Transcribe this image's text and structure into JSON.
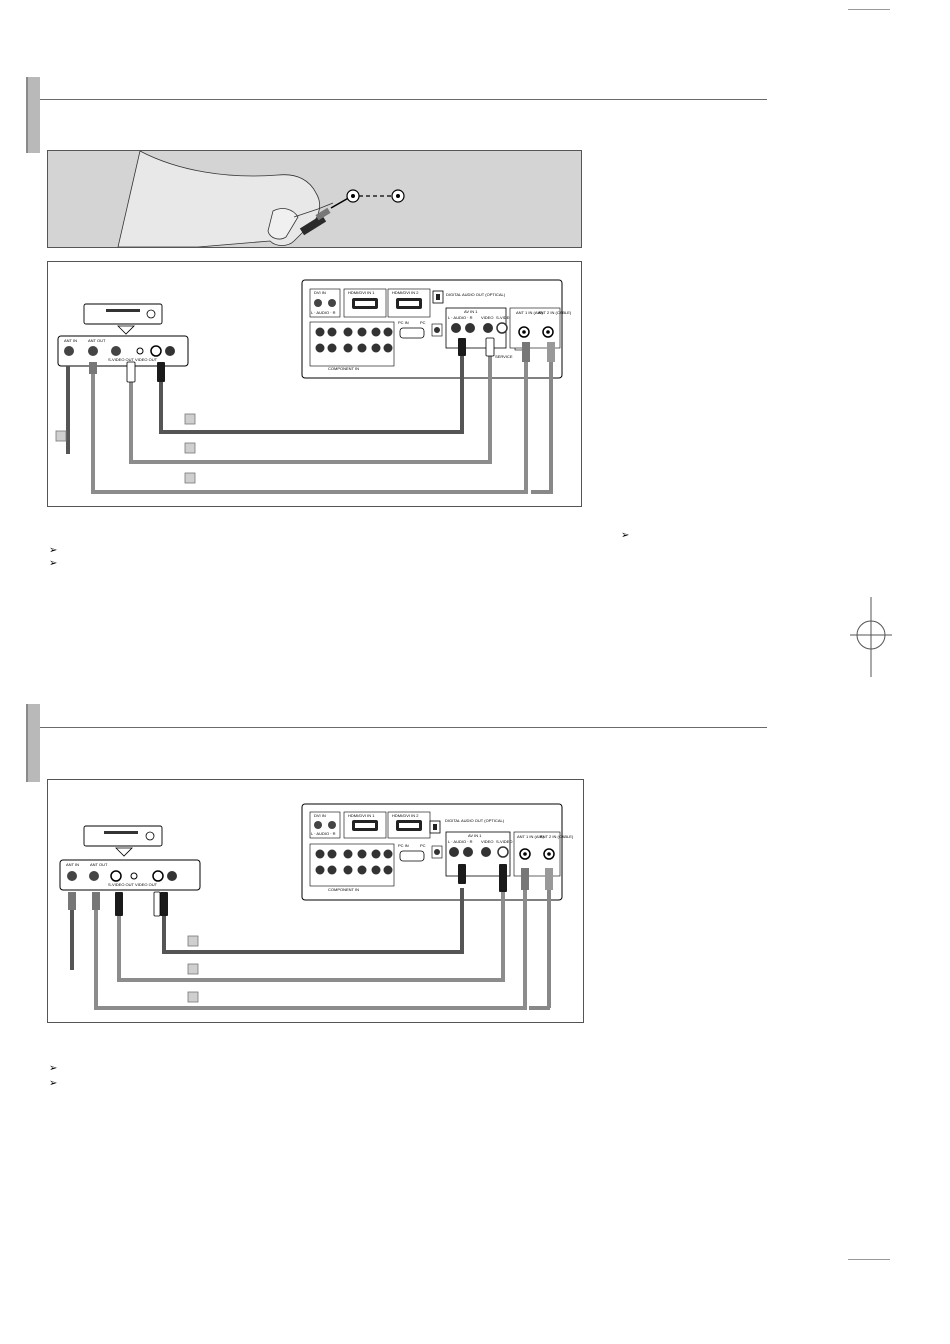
{
  "markers": {
    "note_arrow": "➢"
  },
  "diagram1": {
    "tv_labels": {
      "dvi_in": "DVI IN",
      "audio_lr": "L · AUDIO · R",
      "hdmi1": "HDMI/DVI IN 1",
      "hdmi2": "HDMI/DVI IN 2",
      "digital_audio": "DIGITAL AUDIO OUT (OPTICAL)",
      "av_in": "AV IN 1",
      "l_audio_r": "L · AUDIO · R",
      "video": "VIDEO",
      "svideo": "S-VIDEO",
      "ant1": "ANT 1 IN (AIR)",
      "ant2": "ANT 2 IN (CABLE)",
      "pc_in": "PC IN",
      "pc": "PC",
      "service": "SERVICE",
      "component": "COMPONENT IN"
    },
    "vcr_labels": {
      "ant_in": "ANT IN",
      "ant_out": "ANT OUT",
      "out": "S-VIDEO OUT VIDEO OUT"
    }
  },
  "diagram2": {
    "tv_labels": {
      "dvi_in": "DVI IN",
      "audio_lr": "L · AUDIO · R",
      "hdmi1": "HDMI/DVI IN 1",
      "hdmi2": "HDMI/DVI IN 2",
      "digital_audio": "DIGITAL AUDIO OUT (OPTICAL)",
      "av_in": "AV IN 1",
      "l_audio_r": "L · AUDIO · R",
      "video": "VIDEO",
      "svideo": "S-VIDEO",
      "ant1": "ANT 1 IN (AIR)",
      "ant2": "ANT 2 IN (CABLE)",
      "pc_in": "PC IN",
      "pc": "PC",
      "component": "COMPONENT IN"
    },
    "vcr_labels": {
      "ant_in": "ANT IN",
      "ant_out": "ANT OUT",
      "out": "S-VIDEO OUT VIDEO OUT"
    }
  },
  "colors": {
    "section_bar": "#b9b9b9",
    "photo_bg": "#d4d4d4",
    "cable_gray": "#8c8c8c",
    "cable_dark": "#555555",
    "connector_black": "#1a1a1a"
  }
}
